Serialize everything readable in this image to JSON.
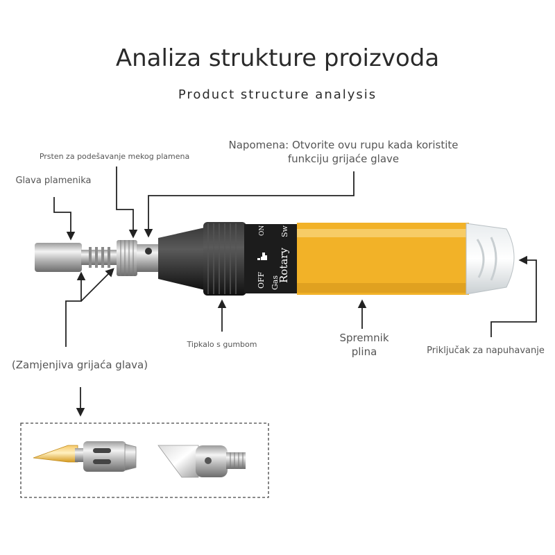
{
  "title": "Analiza strukture proizvoda",
  "subtitle": "Product structure analysis",
  "labels": {
    "adjust_ring": "Prsten za podešavanje mekog plamena",
    "note": "Napomena: Otvorite ovu rupu kada koristite funkciju grijaće glave",
    "burner_head": "Glava plamenika",
    "button": "Tipkalo s gumbom",
    "gas_tank": "Spremnik plina",
    "inflate_port": "Priključak za napuhavanje",
    "replaceable_tip": "(Zamjenjiva grijaća glava)"
  },
  "pen": {
    "label_rotary": "Rotary",
    "label_off": "OFF",
    "label_gas": "Gas",
    "label_sw": "Sw",
    "label_on": "ON",
    "body_color": "#f2b228",
    "band_color": "#1c1c1c"
  },
  "icons": [
    "arrow-icon",
    "signal-bars-icon"
  ]
}
